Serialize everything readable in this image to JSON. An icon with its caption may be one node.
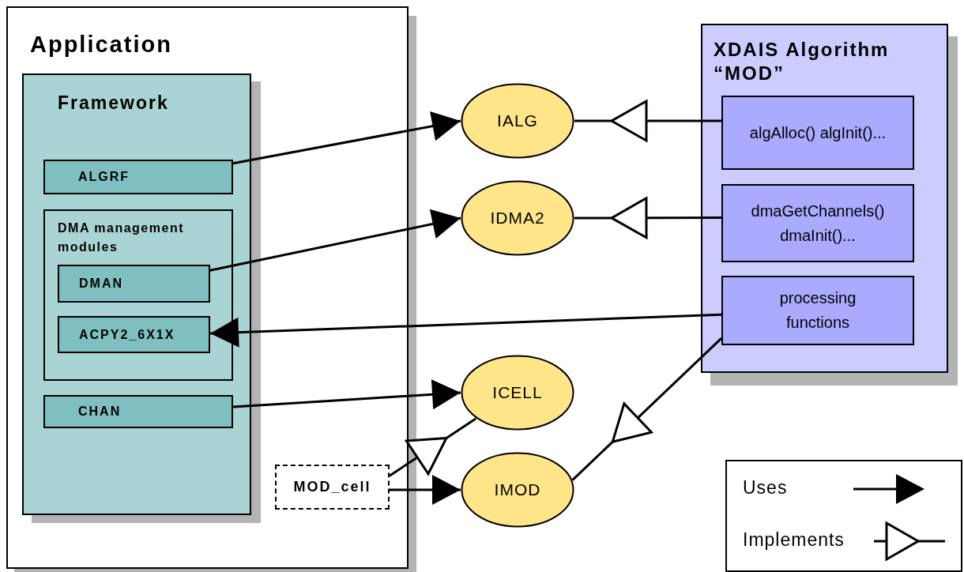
{
  "diagram": {
    "nodes": [
      {
        "text": [
          "Application"
        ]
      },
      {
        "text": [
          "Framework"
        ],
        "in": 0
      },
      {
        "text": [
          "ALGRF"
        ],
        "in": 1
      },
      {
        "text": [
          "DMA management modules"
        ],
        "in": 1
      },
      {
        "text": [
          "DMAN"
        ],
        "in": 3
      },
      {
        "text": [
          "ACPY2_6X1X"
        ],
        "in": 3
      },
      {
        "text": [
          "CHAN"
        ],
        "in": 1
      },
      {
        "text": [
          "MOD_cell"
        ],
        "in": 0
      },
      {
        "text": [
          "IALG"
        ]
      },
      {
        "text": [
          "IDMA2"
        ]
      },
      {
        "text": [
          "ICELL"
        ]
      },
      {
        "text": [
          "IMOD"
        ]
      },
      {
        "text": [
          "XDAIS Algorithm “MOD”"
        ]
      },
      {
        "text": [
          "algAlloc() algInit()..."
        ],
        "in": 12
      },
      {
        "text": [
          "dmaGetChannels() dmaInit()..."
        ],
        "in": 12
      },
      {
        "text": [
          "processing functions"
        ],
        "in": 12
      }
    ],
    "edges": [
      {
        "from": 2,
        "to": 8,
        "arrow": "to"
      },
      {
        "from": 4,
        "to": 9,
        "arrow": "to"
      },
      {
        "from": 15,
        "to": 5,
        "arrow": "to"
      },
      {
        "from": 6,
        "to": 10,
        "arrow": "to"
      },
      {
        "from": 7,
        "to": 10,
        "arrow": "to"
      },
      {
        "from": 7,
        "to": 11,
        "arrow": "to"
      },
      {
        "from": 13,
        "to": 8,
        "arrow": "to"
      },
      {
        "from": 14,
        "to": 9,
        "arrow": "to"
      },
      {
        "from": 15,
        "to": 11,
        "arrow": "to"
      }
    ],
    "legend": [
      {
        "text": "Uses"
      },
      {
        "text": "Implements"
      }
    ]
  }
}
